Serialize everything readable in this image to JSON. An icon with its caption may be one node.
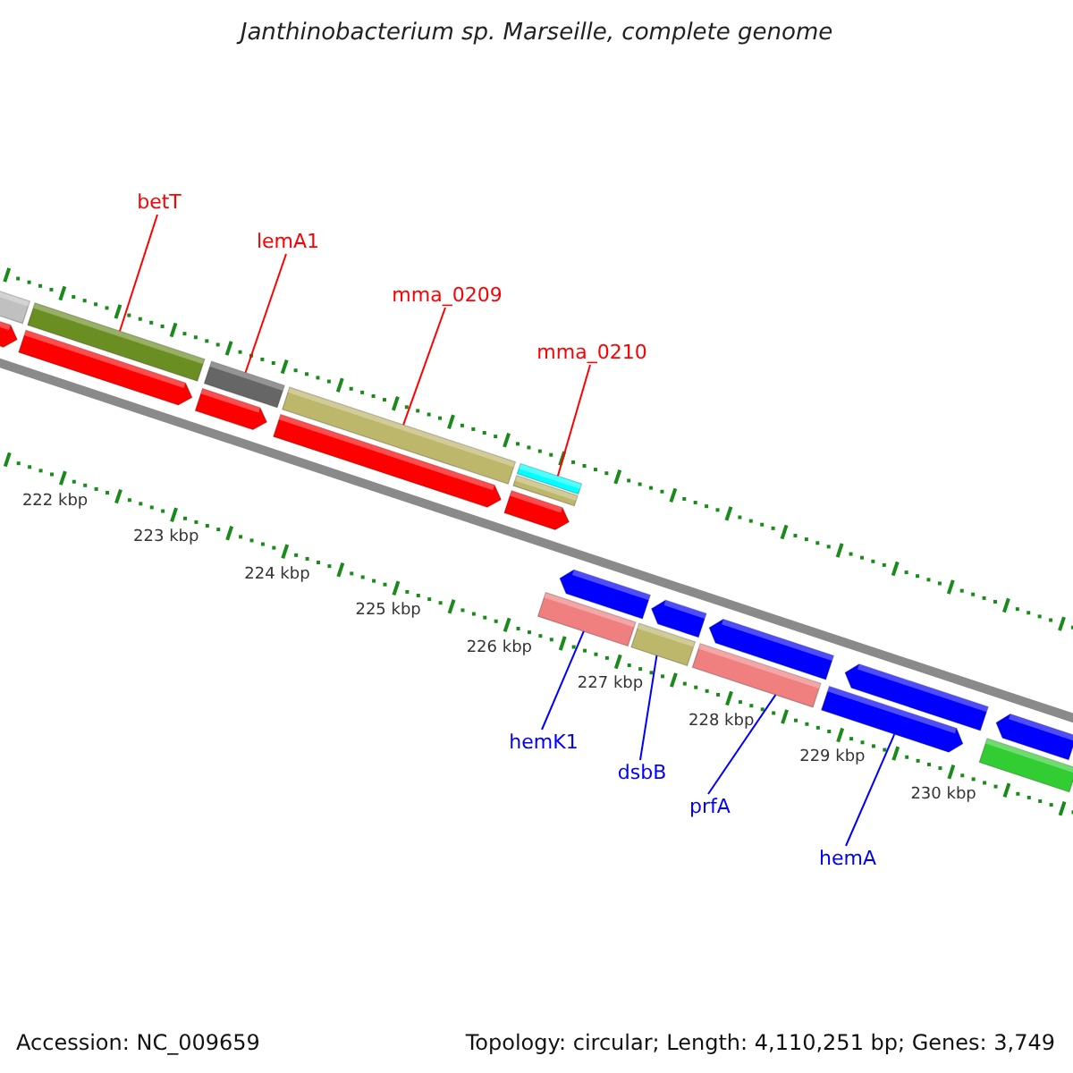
{
  "diagram": {
    "title": "Janthinobacterium sp. Marseille, complete genome",
    "nodes": [
      {
        "text": [
          "betT"
        ]
      },
      {
        "text": [],
        "shape": "bar"
      },
      {
        "text": [
          "lemA1"
        ]
      },
      {
        "text": [],
        "shape": "bar"
      },
      {
        "text": [
          "mma_0209"
        ]
      },
      {
        "text": [],
        "shape": "bar"
      },
      {
        "text": [
          "mma_0210"
        ]
      },
      {
        "text": [],
        "shape": "bar"
      },
      {
        "text": [
          "hemK1"
        ]
      },
      {
        "text": [],
        "shape": "bar"
      },
      {
        "text": [
          "dsbB"
        ]
      },
      {
        "text": [],
        "shape": "bar"
      },
      {
        "text": [
          "prfA"
        ]
      },
      {
        "text": [],
        "shape": "bar"
      },
      {
        "text": [
          "hemA"
        ]
      },
      {
        "text": [],
        "shape": "arrow"
      },
      {
        "text": [],
        "shape": "bar"
      },
      {
        "text": [],
        "shape": "bar"
      },
      {
        "text": [],
        "shape": "arrow"
      },
      {
        "text": [],
        "shape": "arrow"
      },
      {
        "text": [],
        "shape": "arrow"
      },
      {
        "text": [],
        "shape": "arrow"
      },
      {
        "text": [],
        "shape": "arrow"
      },
      {
        "text": [],
        "shape": "arrow"
      },
      {
        "text": [],
        "shape": "arrow"
      },
      {
        "text": [],
        "shape": "arrow"
      },
      {
        "text": [],
        "shape": "arrow"
      },
      {
        "text": [],
        "shape": "arrow"
      },
      {
        "text": [],
        "shape": "bar"
      }
    ],
    "edges": [
      {
        "from": 0,
        "to": 1,
        "arrow": "none",
        "color": "#ff0000"
      },
      {
        "from": 2,
        "to": 3,
        "arrow": "none",
        "color": "#ff0000"
      },
      {
        "from": 4,
        "to": 5,
        "arrow": "none",
        "color": "#ff0000"
      },
      {
        "from": 6,
        "to": 7,
        "arrow": "none",
        "color": "#ff0000"
      },
      {
        "from": 8,
        "to": 9,
        "arrow": "none",
        "color": "#0000ff"
      },
      {
        "from": 10,
        "to": 11,
        "arrow": "none",
        "color": "#0000ff"
      },
      {
        "from": 12,
        "to": 13,
        "arrow": "none",
        "color": "#0000ff"
      },
      {
        "from": 14,
        "to": 15,
        "arrow": "none",
        "color": "#0000ff"
      }
    ],
    "labels": [
      "222 kbp",
      "223 kbp",
      "224 kbp",
      "225 kbp",
      "226 kbp",
      "227 kbp",
      "228 kbp",
      "229 kbp",
      "230 kbp",
      "Accession: NC_009659",
      "Topology: circular; Length: 4,110,251 bp; Genes: 3,749"
    ]
  }
}
